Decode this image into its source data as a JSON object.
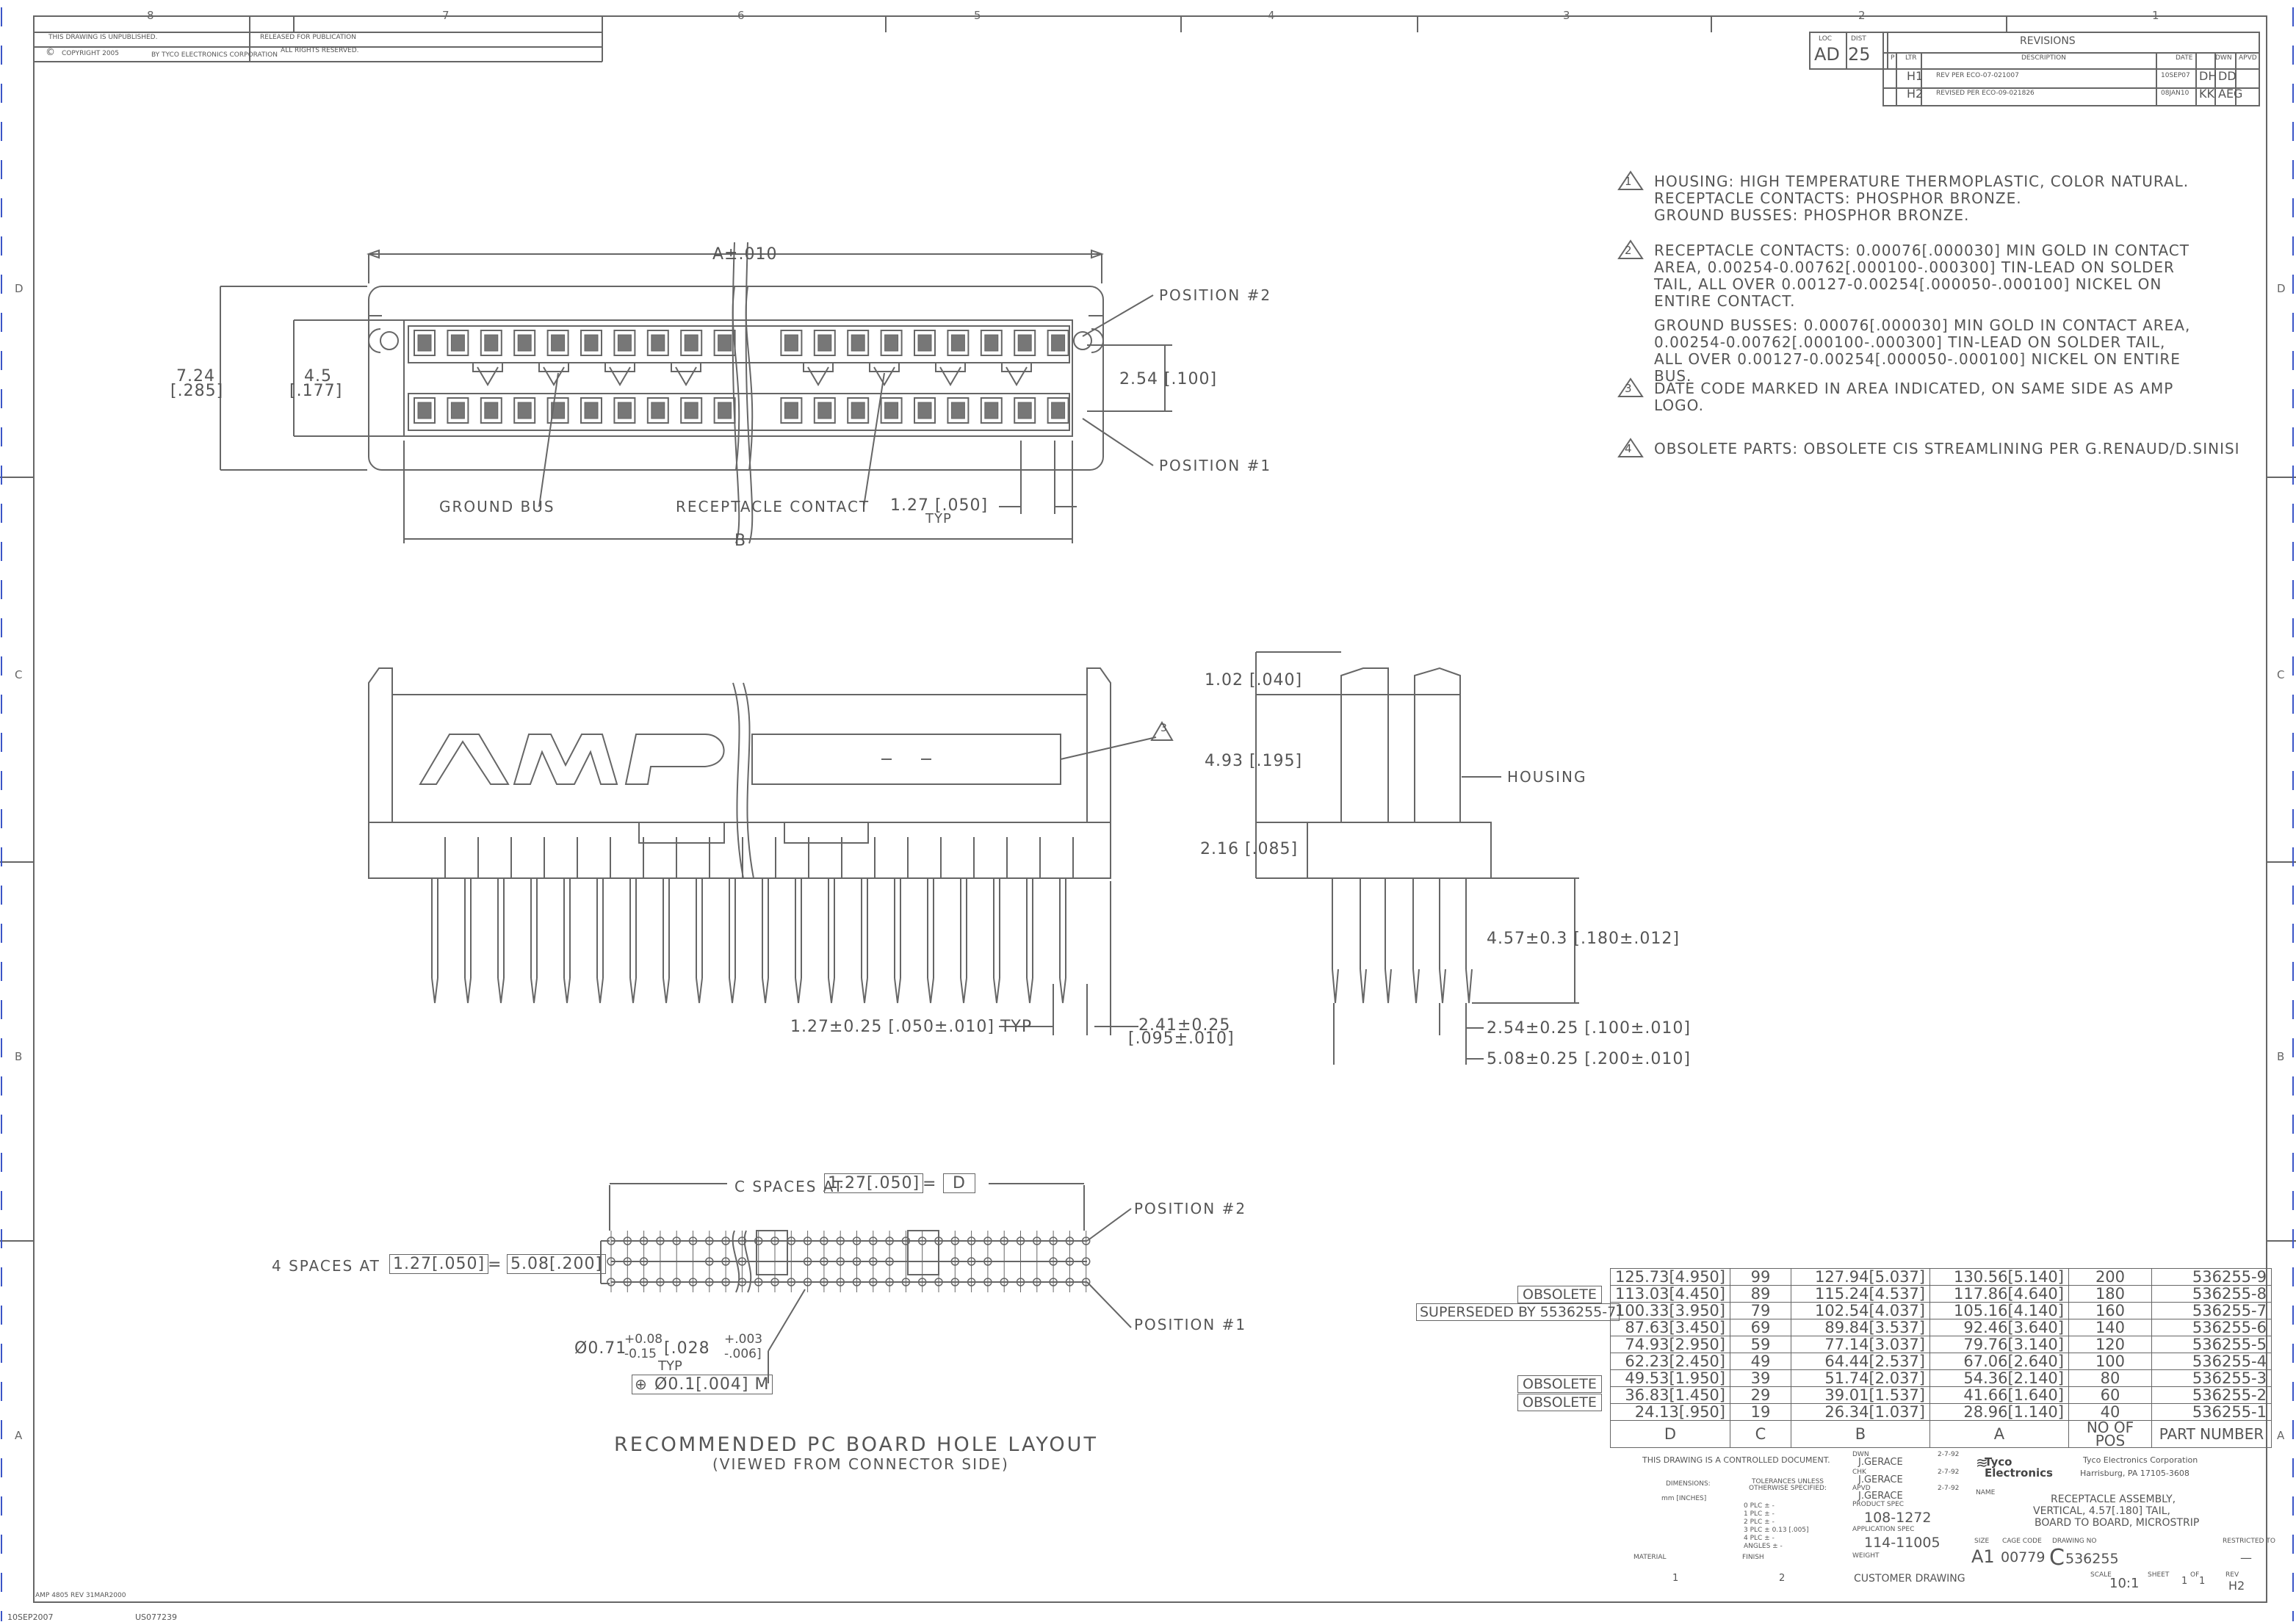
{
  "border": {
    "zones_top": [
      "8",
      "7",
      "6",
      "5",
      "4",
      "3",
      "2",
      "1"
    ],
    "zones_side": [
      "D",
      "C",
      "B",
      "A"
    ]
  },
  "header": {
    "unpublished": "THIS DRAWING IS UNPUBLISHED.",
    "released": "RELEASED FOR PUBLICATION",
    "copyright": "COPYRIGHT 2005",
    "by": "BY TYCO ELECTRONICS CORPORATION",
    "rights": "ALL RIGHTS RESERVED."
  },
  "rev_block": {
    "loc_label": "LOC",
    "loc": "AD",
    "dist_label": "DIST",
    "dist": "25",
    "title": "REVISIONS",
    "cols": [
      "P",
      "LTR",
      "DESCRIPTION",
      "DATE",
      "DWN",
      "APVD"
    ],
    "rows": [
      {
        "ltr": "H1",
        "desc": "REV PER ECO-07-021007",
        "date": "10SEP07",
        "dwn": "DH",
        "apvd": "DD"
      },
      {
        "ltr": "H2",
        "desc": "REVISED PER ECO-09-021826",
        "date": "08JAN10",
        "dwn": "KK",
        "apvd": "AEG"
      }
    ]
  },
  "notes": [
    {
      "num": "1",
      "lines": [
        "HOUSING: HIGH TEMPERATURE THERMOPLASTIC, COLOR NATURAL.",
        "RECEPTACLE CONTACTS: PHOSPHOR BRONZE.",
        "GROUND BUSSES: PHOSPHOR BRONZE."
      ]
    },
    {
      "num": "2",
      "lines": [
        "RECEPTACLE CONTACTS: 0.00076[.000030] MIN GOLD IN CONTACT",
        "AREA, 0.00254-0.00762[.000100-.000300] TIN-LEAD ON SOLDER",
        "TAIL, ALL OVER 0.00127-0.00254[.000050-.000100] NICKEL ON",
        "ENTIRE CONTACT.",
        "GROUND BUSSES: 0.00076[.000030] MIN GOLD IN CONTACT AREA,",
        "0.00254-0.00762[.000100-.000300] TIN-LEAD ON SOLDER TAIL,",
        "ALL OVER 0.00127-0.00254[.000050-.000100] NICKEL ON ENTIRE",
        "BUS."
      ]
    },
    {
      "num": "3",
      "lines": [
        "DATE CODE MARKED IN AREA INDICATED, ON SAME SIDE AS AMP",
        "LOGO."
      ]
    },
    {
      "num": "4",
      "lines": [
        "OBSOLETE PARTS: OBSOLETE CIS STREAMLINING PER G.RENAUD/D.SINISI"
      ]
    }
  ],
  "top_view": {
    "dim_a": "A±.010",
    "dim_b": "B",
    "height": "7.24\n[.285]",
    "height_a": "7.24",
    "height_b": "[.285]",
    "inner_a": "4.5",
    "inner_b": "[.177]",
    "pitch_row": "2.54 [.100]",
    "pos2": "POSITION #2",
    "pos1": "POSITION #1",
    "ground_bus": "GROUND BUS",
    "receptacle": "RECEPTACLE CONTACT",
    "pitch": "1.27 [.050]",
    "typ": "TYP"
  },
  "front_view": {
    "logo": "AMP",
    "note3": "3",
    "pitch": "1.27±0.25 [.050±.010] TYP",
    "end_a": "2.41±0.25",
    "end_b": "[.095±.010]"
  },
  "side_view": {
    "d1": "1.02 [.040]",
    "d2": "4.93 [.195]",
    "d3": "2.16 [.085]",
    "tail": "4.57±0.3 [.180±.012]",
    "row": "2.54±0.25 [.100±.010]",
    "width": "5.08±0.25 [.200±.010]",
    "housing": "HOUSING"
  },
  "layout": {
    "c_spaces": "C SPACES AT",
    "c_pitch": "1.27[.050]",
    "eq": "=",
    "d_box": "D",
    "four_spaces": "4 SPACES AT",
    "f_pitch": "1.27[.050]",
    "f_total": "5.08[.200]",
    "pos2": "POSITION #2",
    "pos1": "POSITION #1",
    "hole_main": "Ø0.71",
    "hole_tol_up": "+0.08",
    "hole_tol_dn": "-0.15",
    "hole_in": "[.028",
    "hole_in_up": "+.003",
    "hole_in_dn": "-.006]",
    "typ": "TYP",
    "frame": "Ø0.1[.004] M",
    "title": "RECOMMENDED PC BOARD HOLE LAYOUT",
    "subtitle": "(VIEWED FROM CONNECTOR SIDE)"
  },
  "part_table": {
    "headers": [
      "D",
      "C",
      "B",
      "A",
      "NO OF POS",
      "PART NUMBER"
    ],
    "rows": [
      {
        "tag": "",
        "d": "125.73[4.950]",
        "c": "99",
        "b": "127.94[5.037]",
        "a": "130.56[5.140]",
        "pos": "200",
        "pn": "536255-9"
      },
      {
        "tag": "OBSOLETE",
        "d": "113.03[4.450]",
        "c": "89",
        "b": "115.24[4.537]",
        "a": "117.86[4.640]",
        "pos": "180",
        "pn": "536255-8"
      },
      {
        "tag": "SUPERSEDED BY 5536255-7",
        "d": "100.33[3.950]",
        "c": "79",
        "b": "102.54[4.037]",
        "a": "105.16[4.140]",
        "pos": "160",
        "pn": "536255-7"
      },
      {
        "tag": "",
        "d": "87.63[3.450]",
        "c": "69",
        "b": "89.84[3.537]",
        "a": "92.46[3.640]",
        "pos": "140",
        "pn": "536255-6"
      },
      {
        "tag": "",
        "d": "74.93[2.950]",
        "c": "59",
        "b": "77.14[3.037]",
        "a": "79.76[3.140]",
        "pos": "120",
        "pn": "536255-5"
      },
      {
        "tag": "",
        "d": "62.23[2.450]",
        "c": "49",
        "b": "64.44[2.537]",
        "a": "67.06[2.640]",
        "pos": "100",
        "pn": "536255-4"
      },
      {
        "tag": "OBSOLETE",
        "d": "49.53[1.950]",
        "c": "39",
        "b": "51.74[2.037]",
        "a": "54.36[2.140]",
        "pos": "80",
        "pn": "536255-3"
      },
      {
        "tag": "OBSOLETE",
        "d": "36.83[1.450]",
        "c": "29",
        "b": "39.01[1.537]",
        "a": "41.66[1.640]",
        "pos": "60",
        "pn": "536255-2"
      },
      {
        "tag": "",
        "d": "24.13[.950]",
        "c": "19",
        "b": "26.34[1.037]",
        "a": "28.96[1.140]",
        "pos": "40",
        "pn": "536255-1"
      }
    ]
  },
  "title_block": {
    "controlled": "THIS DRAWING IS A CONTROLLED DOCUMENT.",
    "dwn_label": "DWN",
    "dwn": "J.GERACE",
    "dwn_date": "2-7-92",
    "chk_label": "CHK",
    "chk": "J.GERACE",
    "chk_date": "2-7-92",
    "apvd_label": "APVD",
    "apvd": "J.GERACE",
    "apvd_date": "2-7-92",
    "dimensions": "DIMENSIONS:",
    "units": "mm [INCHES]",
    "tolerances": "TOLERANCES UNLESS OTHERWISE SPECIFIED:",
    "tol_lines": [
      "0 PLC ±  -",
      "1 PLC ±  -",
      "2 PLC ±  -",
      "3 PLC ± 0.13 [.005]",
      "4 PLC ±  -",
      "ANGLES ±  -"
    ],
    "product_spec_label": "PRODUCT SPEC",
    "product_spec": "108-1272",
    "app_spec_label": "APPLICATION SPEC",
    "app_spec": "114-11005",
    "weight_label": "WEIGHT",
    "material_label": "MATERIAL",
    "finish_label": "FINISH",
    "material_note": "1",
    "finish_note": "2",
    "company": "Tyco Electronics Corporation",
    "city": "Harrisburg, PA 17105-3608",
    "logo": "Tyco Electronics",
    "name_label": "NAME",
    "title_lines": [
      "RECEPTACLE ASSEMBLY,",
      "VERTICAL, 4.57[.180] TAIL,",
      "BOARD TO BOARD, MICROSTRIP"
    ],
    "size_label": "SIZE",
    "size": "A1",
    "cage_label": "CAGE CODE",
    "cage": "00779",
    "dwg_label": "DRAWING NO",
    "dwg": "536255",
    "restricted_label": "RESTRICTED TO",
    "restricted": "—",
    "customer": "CUSTOMER DRAWING",
    "scale_label": "SCALE",
    "scale": "10:1",
    "sheet_label": "SHEET",
    "sheet": "1",
    "of": "OF",
    "sheets": "1",
    "rev_label": "REV",
    "rev": "H2"
  },
  "footer": {
    "form": "AMP 4805 REV 31MAR2000",
    "date": "10SEP2007",
    "num": "US077239"
  }
}
